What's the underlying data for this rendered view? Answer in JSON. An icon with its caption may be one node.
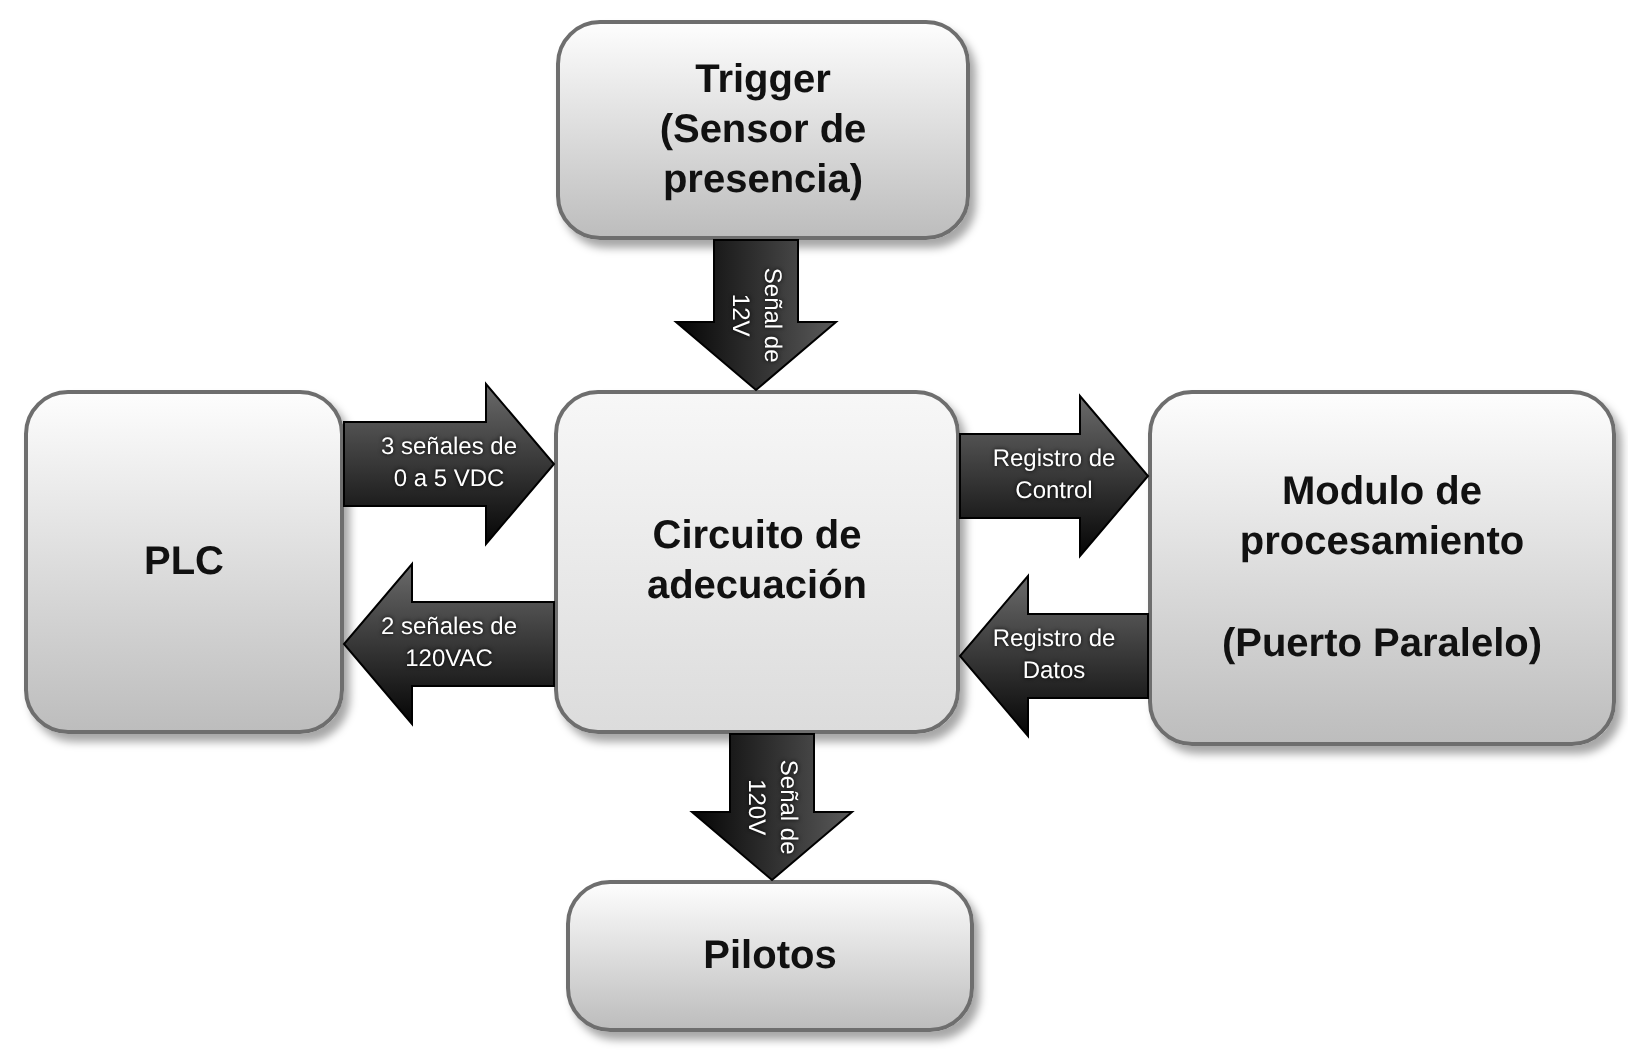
{
  "diagram": {
    "nodes": [
      {
        "text": [
          "Trigger (Sensor de presencia)"
        ]
      },
      {
        "text": [
          "PLC"
        ]
      },
      {
        "text": [
          "Circuito de adecuación"
        ]
      },
      {
        "text": [
          "Modulo de procesamiento",
          "(Puerto Paralelo)"
        ]
      },
      {
        "text": [
          "Pilotos"
        ]
      }
    ],
    "edges": [
      {
        "from": 0,
        "to": 2,
        "arrow": "to",
        "label": "Señal de 12V"
      },
      {
        "from": 1,
        "to": 2,
        "arrow": "to",
        "label": "3 señales de 0 a 5 VDC"
      },
      {
        "from": 2,
        "to": 1,
        "arrow": "to",
        "label": "2 señales de 120VAC"
      },
      {
        "from": 2,
        "to": 3,
        "arrow": "to",
        "label": "Registro de Control"
      },
      {
        "from": 3,
        "to": 2,
        "arrow": "to",
        "label": "Registro de Datos"
      },
      {
        "from": 2,
        "to": 4,
        "arrow": "to",
        "label": "Señal de 120V"
      }
    ]
  }
}
